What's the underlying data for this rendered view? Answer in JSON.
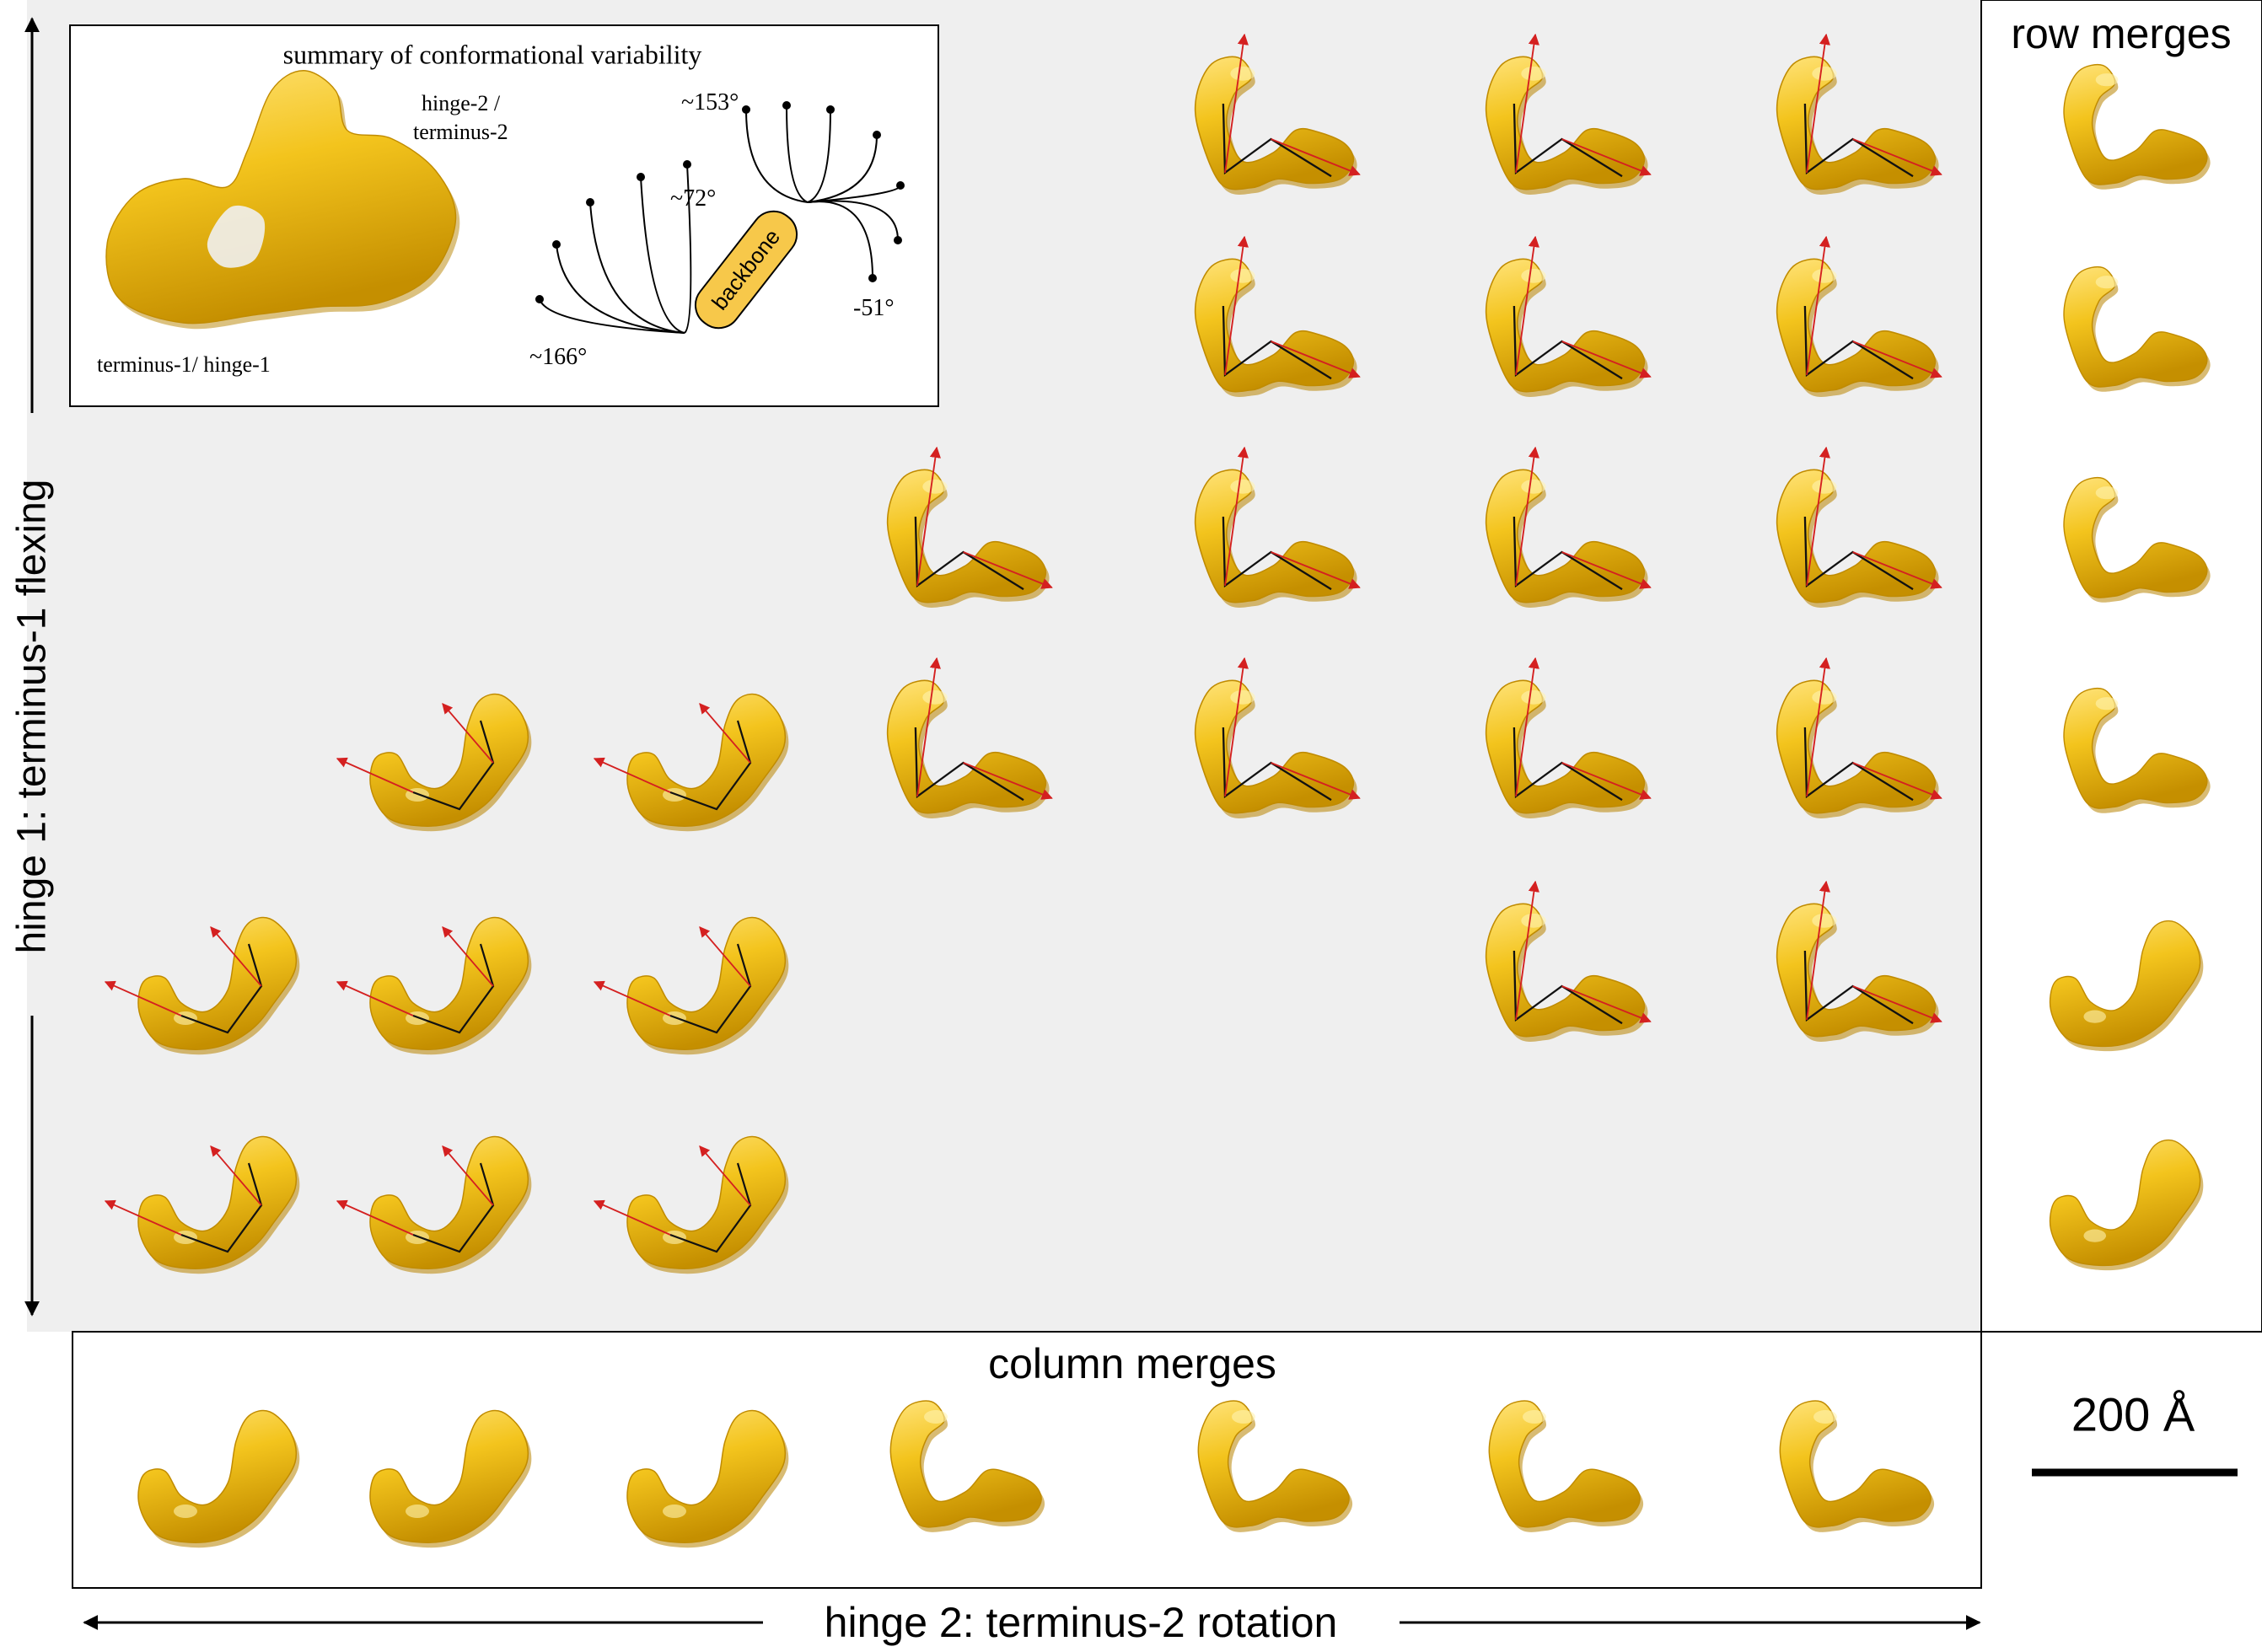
{
  "axes": {
    "vertical_label": "hinge 1: terminus-1 flexing",
    "horizontal_label": "hinge 2: terminus-2 rotation"
  },
  "panels": {
    "row_merges_title": "row merges",
    "column_merges_title": "column merges",
    "scale_bar_label": "200 Å"
  },
  "inset": {
    "title": "summary of conformational variability",
    "label_hinge2": "hinge-2 /",
    "label_terminus2": "terminus-2",
    "label_terminus1": "terminus-1/ hinge-1",
    "backbone_label": "backbone",
    "angles": [
      "~153°",
      "~72°",
      "~166°",
      "-51°"
    ]
  },
  "colors": {
    "background_panel": "#efefef",
    "density": "#f2c21d",
    "density_shadow": "#c99400",
    "arrow": "#d42020",
    "backbone_path": "#111111"
  },
  "grid": {
    "rows": 6,
    "columns": 7,
    "occupied_cells": [
      [
        0,
        4
      ],
      [
        0,
        5
      ],
      [
        0,
        6
      ],
      [
        1,
        4
      ],
      [
        1,
        5
      ],
      [
        1,
        6
      ],
      [
        2,
        3
      ],
      [
        2,
        4
      ],
      [
        2,
        5
      ],
      [
        2,
        6
      ],
      [
        3,
        1
      ],
      [
        3,
        2
      ],
      [
        3,
        3
      ],
      [
        3,
        4
      ],
      [
        3,
        5
      ],
      [
        3,
        6
      ],
      [
        4,
        0
      ],
      [
        4,
        1
      ],
      [
        4,
        2
      ],
      [
        4,
        5
      ],
      [
        4,
        6
      ],
      [
        5,
        0
      ],
      [
        5,
        1
      ],
      [
        5,
        2
      ]
    ]
  }
}
